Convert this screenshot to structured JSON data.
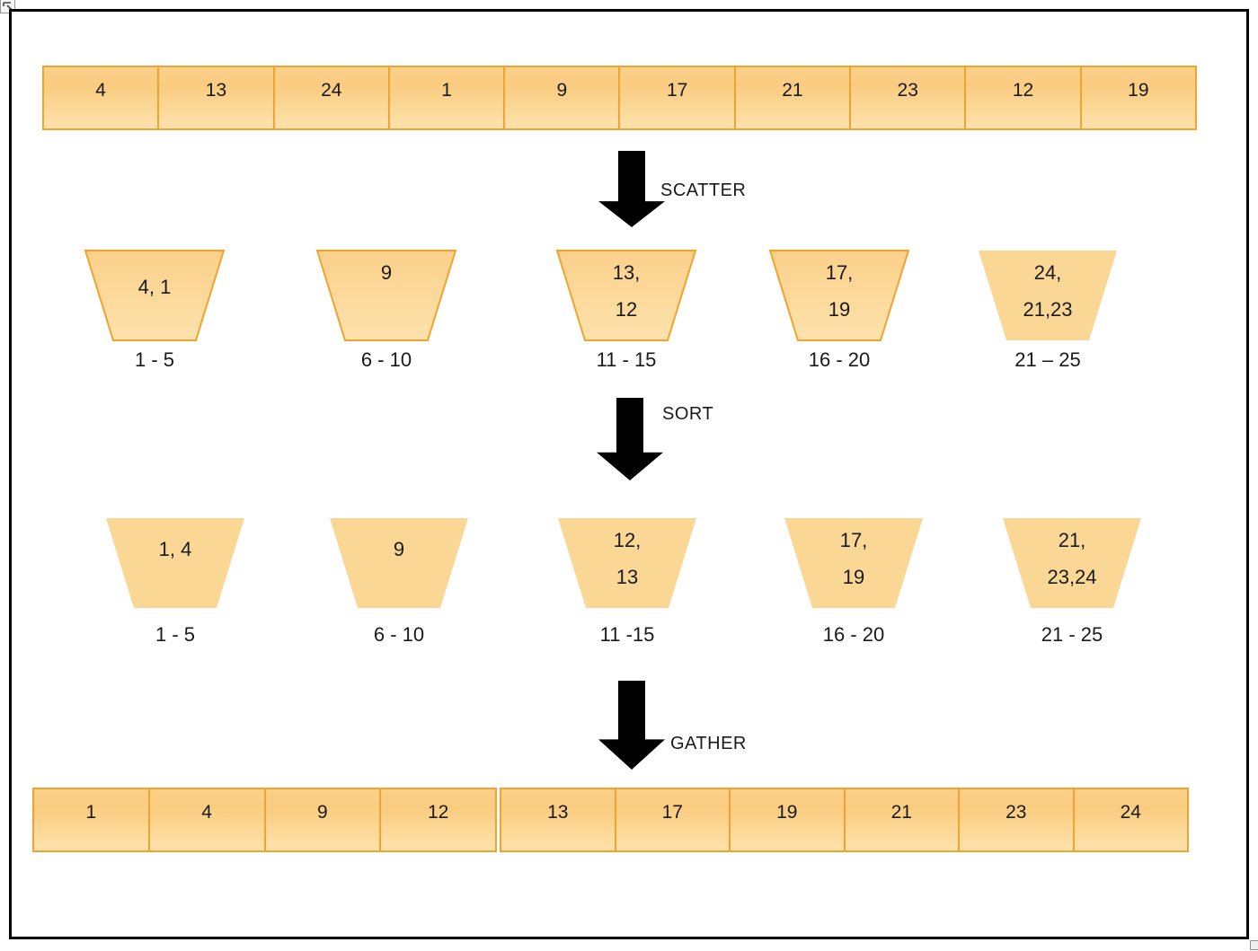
{
  "colors": {
    "cell_border": "#F0A330",
    "cell_fill_top": "#FBD08A",
    "cell_fill_bottom": "#FDE2AC",
    "bucket_flat_fill": "#FBD795",
    "arrow": "#000000",
    "frame": "#000000",
    "text": "#1A1A1A"
  },
  "input_array": [
    "4",
    "13",
    "24",
    "1",
    "9",
    "17",
    "21",
    "23",
    "12",
    "19"
  ],
  "steps": {
    "scatter": "SCATTER",
    "sort": "SORT",
    "gather": "GATHER"
  },
  "scatter_buckets": [
    {
      "content_lines": [
        "4, 1"
      ],
      "range_label": "1 - 5",
      "style": "bordered"
    },
    {
      "content_lines": [
        "9"
      ],
      "range_label": "6 - 10",
      "style": "bordered"
    },
    {
      "content_lines": [
        "13,",
        "12"
      ],
      "range_label": "11 - 15",
      "style": "bordered"
    },
    {
      "content_lines": [
        "17,",
        "19"
      ],
      "range_label": "16 - 20",
      "style": "bordered"
    },
    {
      "content_lines": [
        "24,",
        "21,23"
      ],
      "range_label": "21 – 25",
      "style": "flat"
    }
  ],
  "sorted_buckets": [
    {
      "content_lines": [
        "1, 4"
      ],
      "range_label": "1 - 5",
      "style": "flat"
    },
    {
      "content_lines": [
        "9"
      ],
      "range_label": "6 - 10",
      "style": "flat"
    },
    {
      "content_lines": [
        "12,",
        "13"
      ],
      "range_label": "11 -15",
      "style": "flat"
    },
    {
      "content_lines": [
        "17,",
        "19"
      ],
      "range_label": "16 - 20",
      "style": "flat"
    },
    {
      "content_lines": [
        "21,",
        "23,24"
      ],
      "range_label": "21 - 25",
      "style": "flat"
    }
  ],
  "gathered_arrays": [
    [
      "1",
      "4",
      "9",
      "12"
    ],
    [
      "13",
      "17",
      "19",
      "21",
      "23",
      "24"
    ]
  ]
}
